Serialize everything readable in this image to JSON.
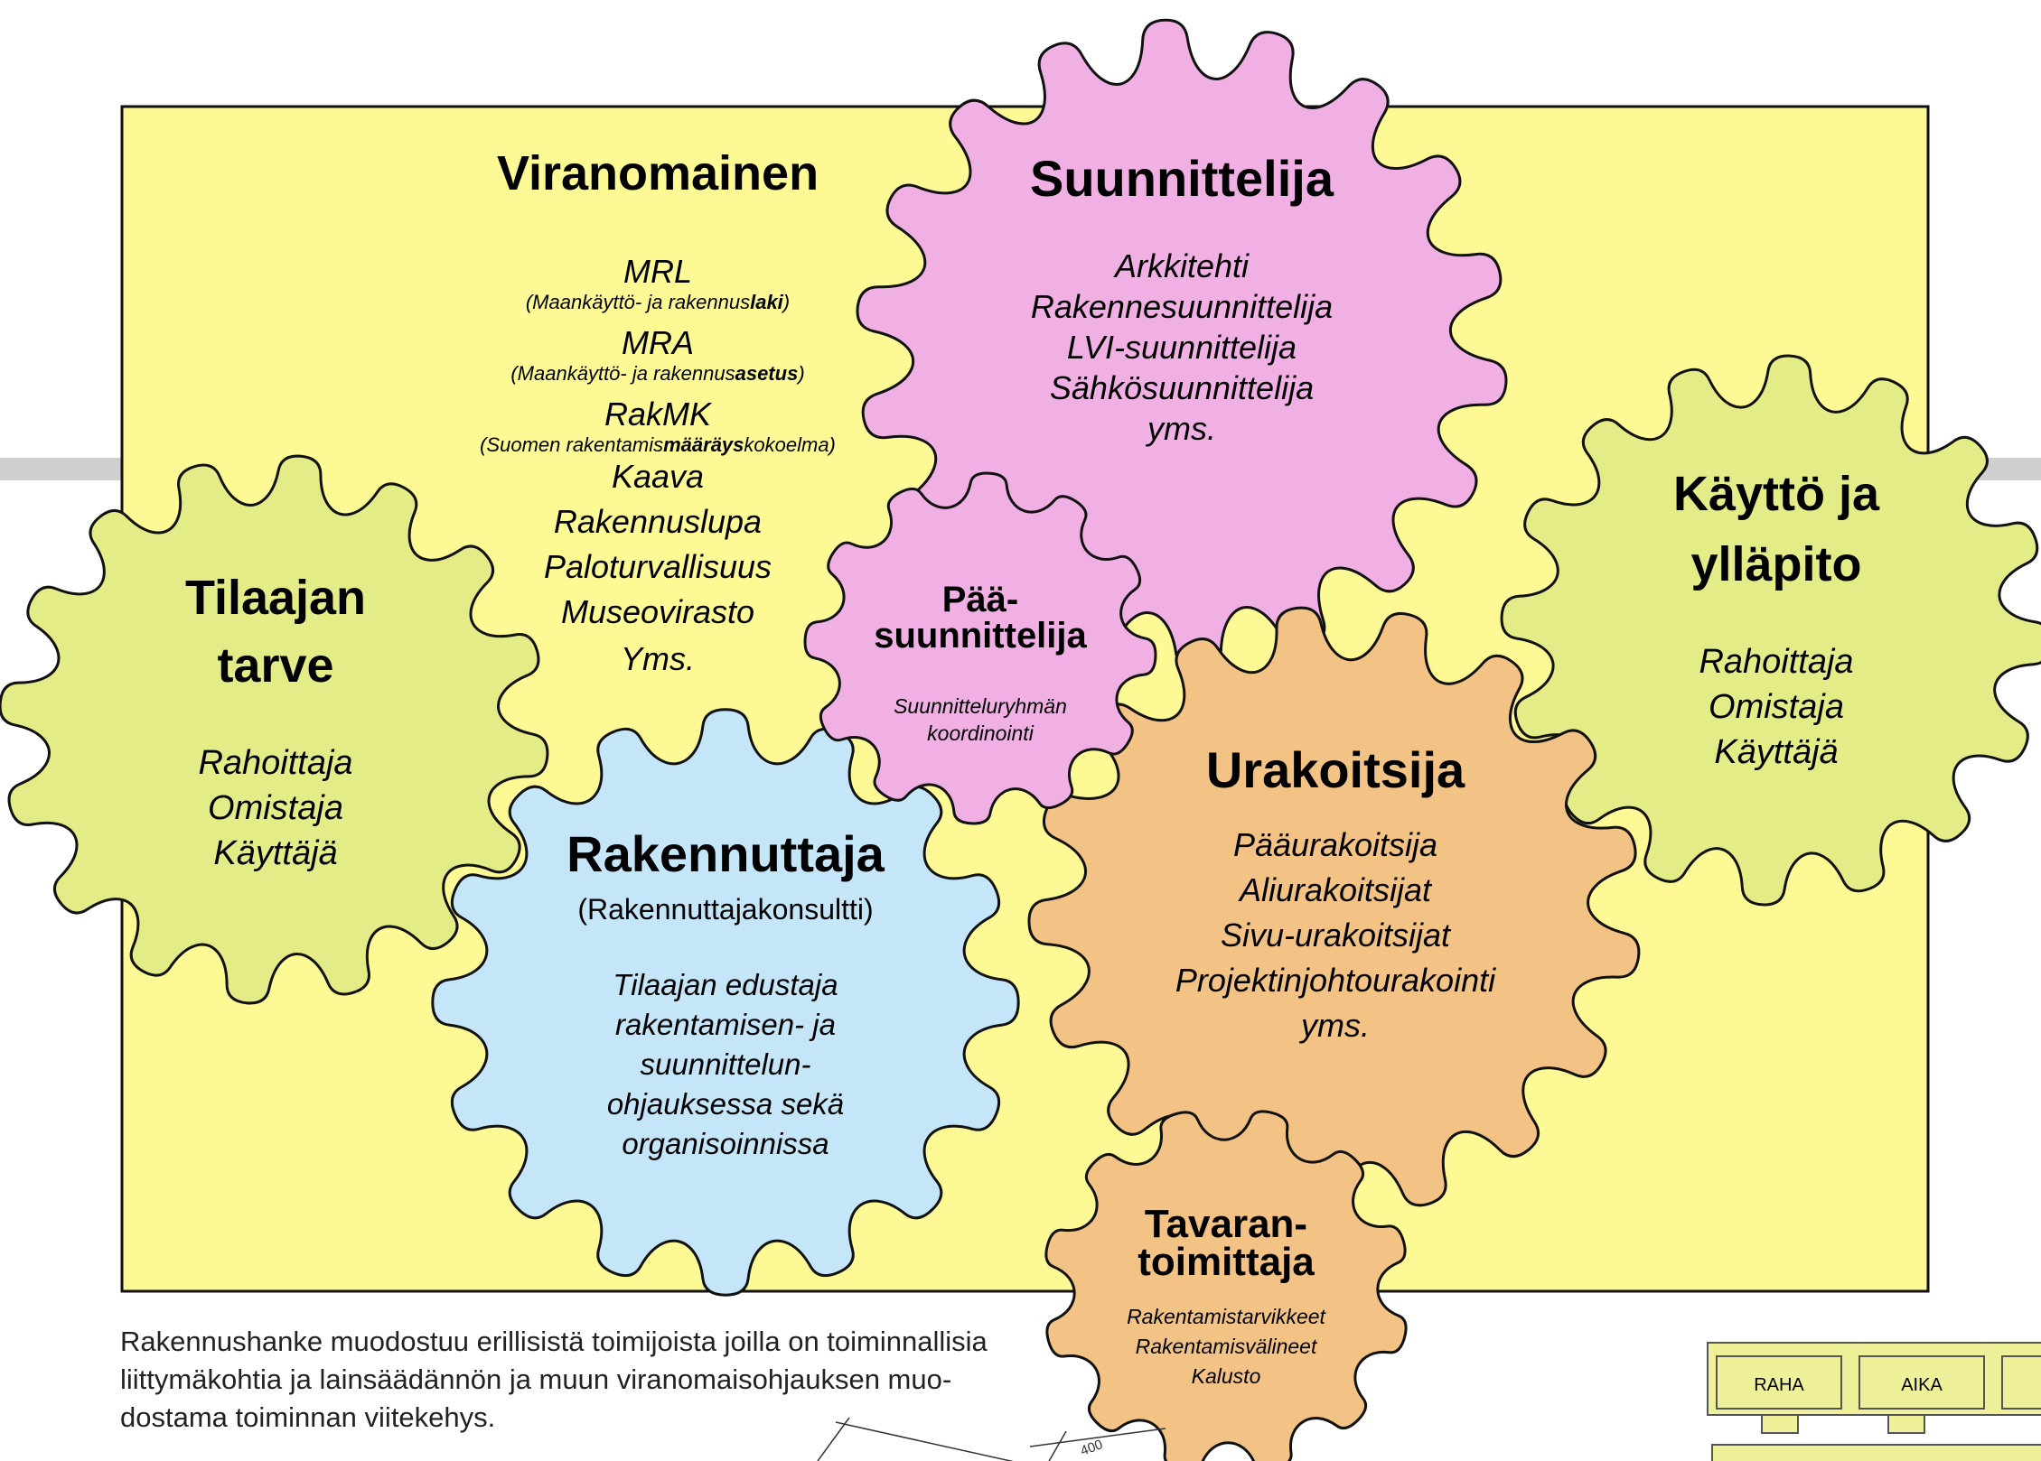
{
  "title": "Viranomainen",
  "authority_items": [
    {
      "text": "MRL",
      "note_before": "(Maankäyttö- ja rakennus",
      "note_bold": "laki",
      "note_after": ")"
    },
    {
      "text": "MRA",
      "note_before": "(Maankäyttö- ja rakennus",
      "note_bold": "asetus",
      "note_after": ")"
    },
    {
      "text": "RakMK",
      "note_before": "(Suomen rakentamis",
      "note_bold": "määräys",
      "note_after": "kokoelma)"
    },
    {
      "text": "Kaava"
    },
    {
      "text": "Rakennuslupa"
    },
    {
      "text": "Paloturvallisuus"
    },
    {
      "text": "Museovirasto"
    },
    {
      "text": "Yms."
    }
  ],
  "gears": {
    "suunnittelija": {
      "title": "Suunnittelija",
      "items": [
        "Arkkitehti",
        "Rakennesuunnittelija",
        "LVI-suunnittelija",
        "Sähkösuunnittelija",
        "yms."
      ],
      "color": "#f0b0e4"
    },
    "paasuunnittelija": {
      "title_lines": [
        "Pää-",
        "suunnittelija"
      ],
      "items": [
        "Suunnitteluryhmän",
        "koordinointi"
      ],
      "color": "#f0b0e4"
    },
    "tilaajan_tarve": {
      "title_lines": [
        "Tilaajan",
        "tarve"
      ],
      "items": [
        "Rahoittaja",
        "Omistaja",
        "Käyttäjä"
      ],
      "color": "#e4ec88"
    },
    "rakennuttaja": {
      "title": "Rakennuttaja",
      "subtitle": "(Rakennuttajakonsultti)",
      "items": [
        "Tilaajan edustaja",
        "rakentamisen-  ja",
        "suunnittelun-",
        "ohjauksessa sekä",
        "organisoinnissa"
      ],
      "color": "#c4e6f8"
    },
    "urakoitsija": {
      "title": "Urakoitsija",
      "items": [
        "Pääurakoitsija",
        "Aliurakoitsijat",
        "Sivu-urakoitsijat",
        "Projektinjohtourakointi",
        "yms."
      ],
      "color": "#f2c384"
    },
    "kaytto": {
      "title_lines": [
        "Käyttö ja",
        "ylläpito"
      ],
      "items": [
        "Rahoittaja",
        "Omistaja",
        "Käyttäjä"
      ],
      "color": "#e4ec88"
    },
    "tavarantoimittaja": {
      "title_lines": [
        "Tavaran-",
        "toimittaja"
      ],
      "items": [
        "Rakentamistarvikkeet",
        "Rakentamisvälineet",
        "Kalusto"
      ],
      "color": "#f2c384"
    }
  },
  "caption_lines": [
    "Rakennushanke muodostuu erillisistä toimijoista joilla on toiminnallisia",
    "liittymäkohtia ja lainsäädännön ja muun viranomaisohjauksen muo-",
    "dostama toiminnan viitekehys."
  ],
  "corner_boxes": [
    "RAHA",
    "AIKA"
  ],
  "dimension_label": "400",
  "colors": {
    "frame": "#fdfa96",
    "pink": "#f0b0e4",
    "green": "#e4ec88",
    "blue": "#c4e6f8",
    "orange": "#f2c384",
    "corner": "#eef09a"
  }
}
